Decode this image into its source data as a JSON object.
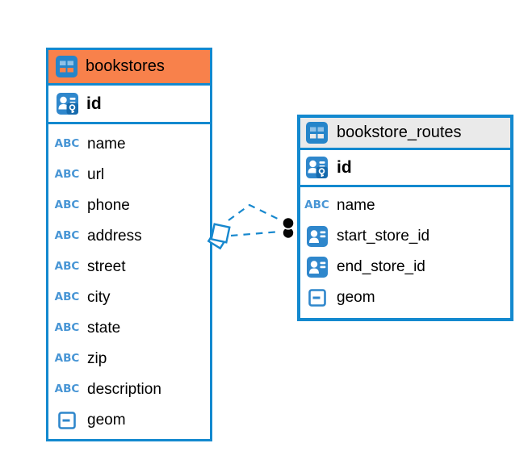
{
  "diagram": {
    "tables": [
      {
        "title": "bookstores",
        "header_color": "#F8814B",
        "icon": "table-icon",
        "primary_key": {
          "label": "id",
          "icon": "primary-key-icon"
        },
        "fields": [
          {
            "label": "name",
            "icon": "text-type-icon"
          },
          {
            "label": "url",
            "icon": "text-type-icon"
          },
          {
            "label": "phone",
            "icon": "text-type-icon"
          },
          {
            "label": "address",
            "icon": "text-type-icon"
          },
          {
            "label": "street",
            "icon": "text-type-icon"
          },
          {
            "label": "city",
            "icon": "text-type-icon"
          },
          {
            "label": "state",
            "icon": "text-type-icon"
          },
          {
            "label": "zip",
            "icon": "text-type-icon"
          },
          {
            "label": "description",
            "icon": "text-type-icon"
          },
          {
            "label": "geom",
            "icon": "geometry-type-icon"
          }
        ]
      },
      {
        "title": "bookstore_routes",
        "header_color": "#EAEAEA",
        "icon": "table-icon",
        "primary_key": {
          "label": "id",
          "icon": "primary-key-icon"
        },
        "fields": [
          {
            "label": "name",
            "icon": "text-type-icon"
          },
          {
            "label": "start_store_id",
            "icon": "reference-type-icon"
          },
          {
            "label": "end_store_id",
            "icon": "reference-type-icon"
          },
          {
            "label": "geom",
            "icon": "geometry-type-icon"
          }
        ]
      }
    ],
    "relations": [
      {
        "from": "bookstores",
        "to": "bookstore_routes",
        "style": "dashed",
        "source_marker": "diamond",
        "target_marker": "black-dot"
      },
      {
        "from": "bookstores",
        "to": "bookstore_routes",
        "style": "dashed",
        "source_marker": "diamond",
        "target_marker": "black-dot"
      }
    ],
    "icons": {
      "text_type_glyph": "ABC"
    },
    "colors": {
      "accent_blue": "#1389CF",
      "icon_blue": "#2F87CC",
      "header_orange": "#F8814B",
      "header_gray": "#EAEAEA",
      "marker_black": "#000000",
      "background": "#FFFFFF"
    }
  }
}
